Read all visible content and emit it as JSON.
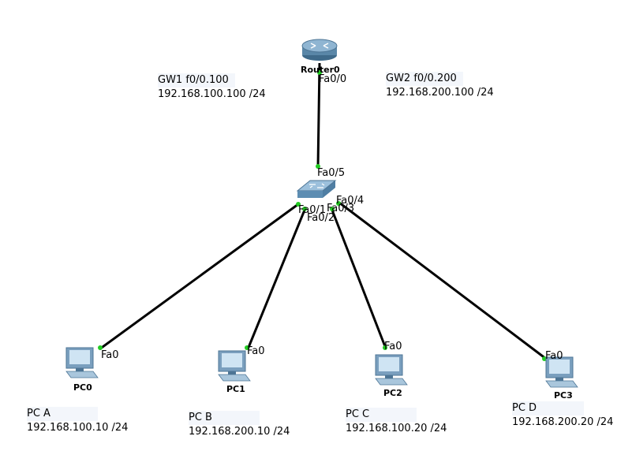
{
  "devices": {
    "router": {
      "label": "Router0",
      "icon": "router-icon"
    },
    "switch": {
      "label": "",
      "icon": "switch-icon"
    },
    "pcs": [
      {
        "label": "PC0",
        "icon": "pc-icon"
      },
      {
        "label": "PC1",
        "icon": "pc-icon"
      },
      {
        "label": "PC2",
        "icon": "pc-icon"
      },
      {
        "label": "PC3",
        "icon": "pc-icon"
      }
    ]
  },
  "ports": {
    "router_fa0_0": "Fa0/0",
    "switch_fa0_5": "Fa0/5",
    "switch_fa0_1": "Fa0/1",
    "switch_fa0_2": "Fa0/2",
    "switch_fa0_3": "Fa0/3",
    "switch_fa0_4": "Fa0/4",
    "pc0_fa0": "Fa0",
    "pc1_fa0": "Fa0",
    "pc2_fa0": "Fa0",
    "pc3_fa0": "Fa0"
  },
  "notes": {
    "gw1": {
      "line1": "GW1 f0/0.100",
      "line2": "192.168.100.100 /24"
    },
    "gw2": {
      "line1": "GW2 f0/0.200",
      "line2": "192.168.200.100 /24"
    },
    "pca": {
      "line1": "PC A",
      "line2": "192.168.100.10 /24"
    },
    "pcb": {
      "line1": "PC B",
      "line2": "192.168.200.10 /24"
    },
    "pcc": {
      "line1": "PC C",
      "line2": "192.168.100.20 /24"
    },
    "pcd": {
      "line1": "PC D",
      "line2": "192.168.200.20 /24"
    }
  },
  "colors": {
    "link": "#000000",
    "link_up": "#22cc22",
    "device_blue": "#6f9bbd"
  }
}
